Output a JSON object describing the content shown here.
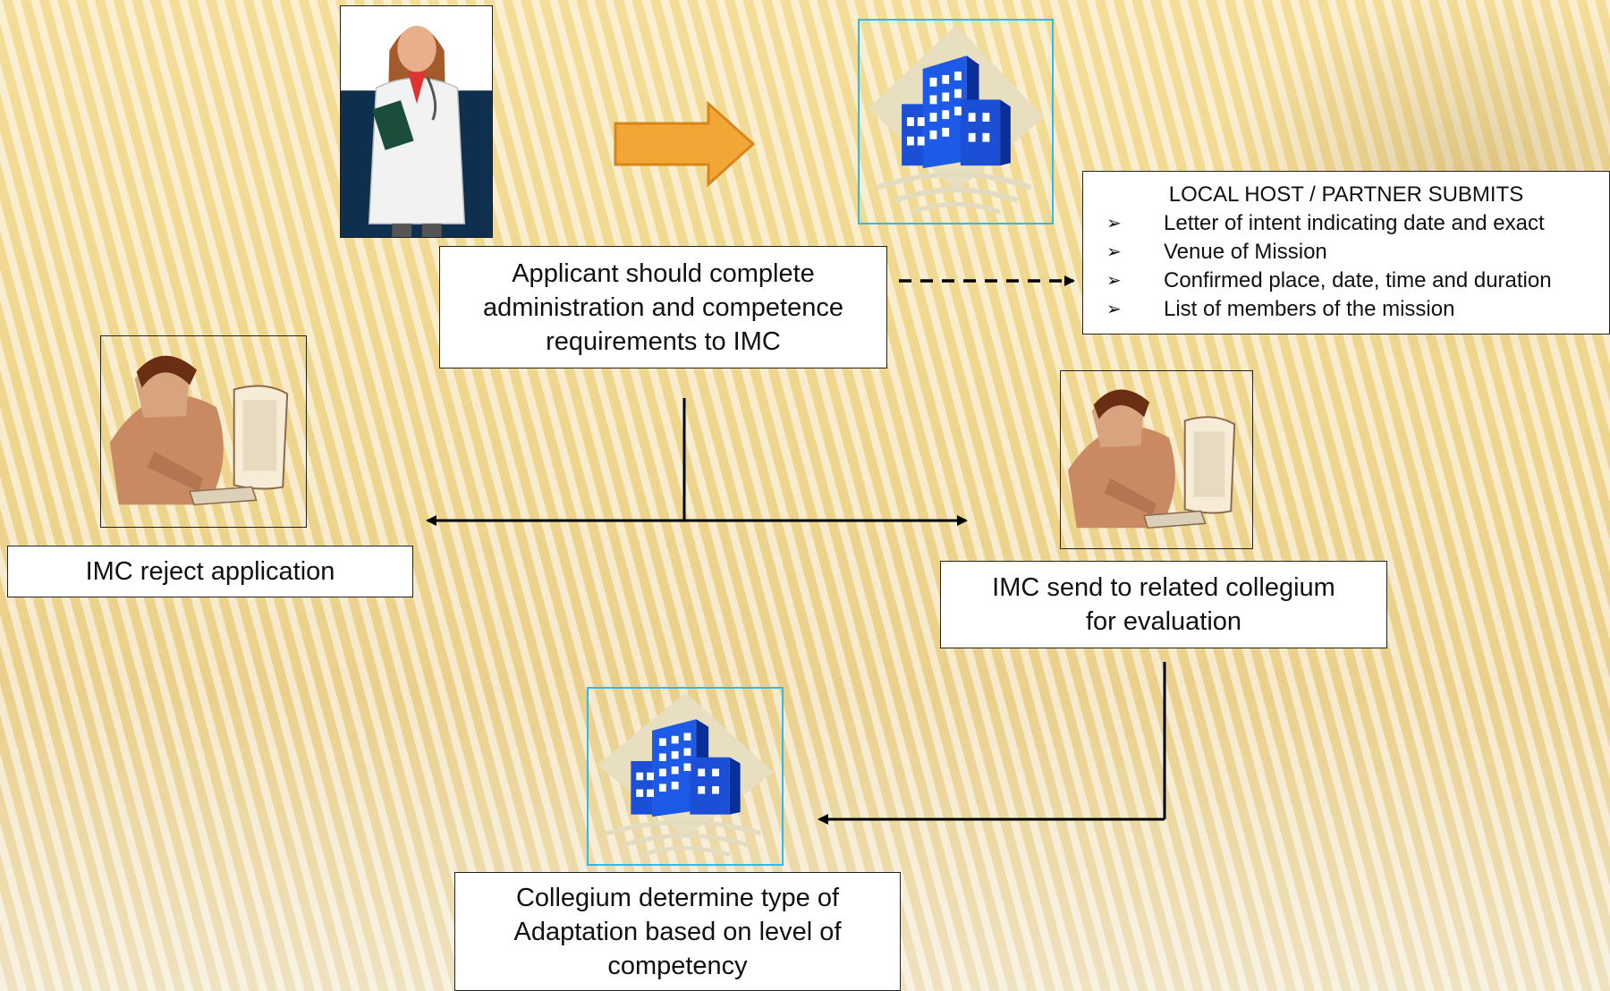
{
  "nodes": {
    "applicant": {
      "lines": [
        "Applicant should complete",
        "administration and competence",
        "requirements to IMC"
      ]
    },
    "reject": {
      "lines": [
        "IMC reject application"
      ]
    },
    "send": {
      "lines": [
        "IMC send to related collegium",
        "for evaluation"
      ]
    },
    "collegium": {
      "lines": [
        "Collegium determine type of",
        "Adaptation based on level of",
        "competency"
      ]
    }
  },
  "host": {
    "title": "LOCAL HOST / PARTNER SUBMITS",
    "bullet": "➢",
    "items": [
      "Letter of intent indicating date and exact",
      "Venue of Mission",
      "Confirmed place, date, time and duration",
      "List of members of the mission"
    ]
  },
  "icons": [
    "doctor-icon",
    "hospital-building-icon",
    "office-worker-icon",
    "office-worker-icon",
    "hospital-building-icon",
    "right-arrow-icon"
  ],
  "colors": {
    "arrow_fill": "#f1a636",
    "arrow_stroke": "#d7861b",
    "building": "#1a4fd6",
    "frame_border": "#36b8e6"
  }
}
